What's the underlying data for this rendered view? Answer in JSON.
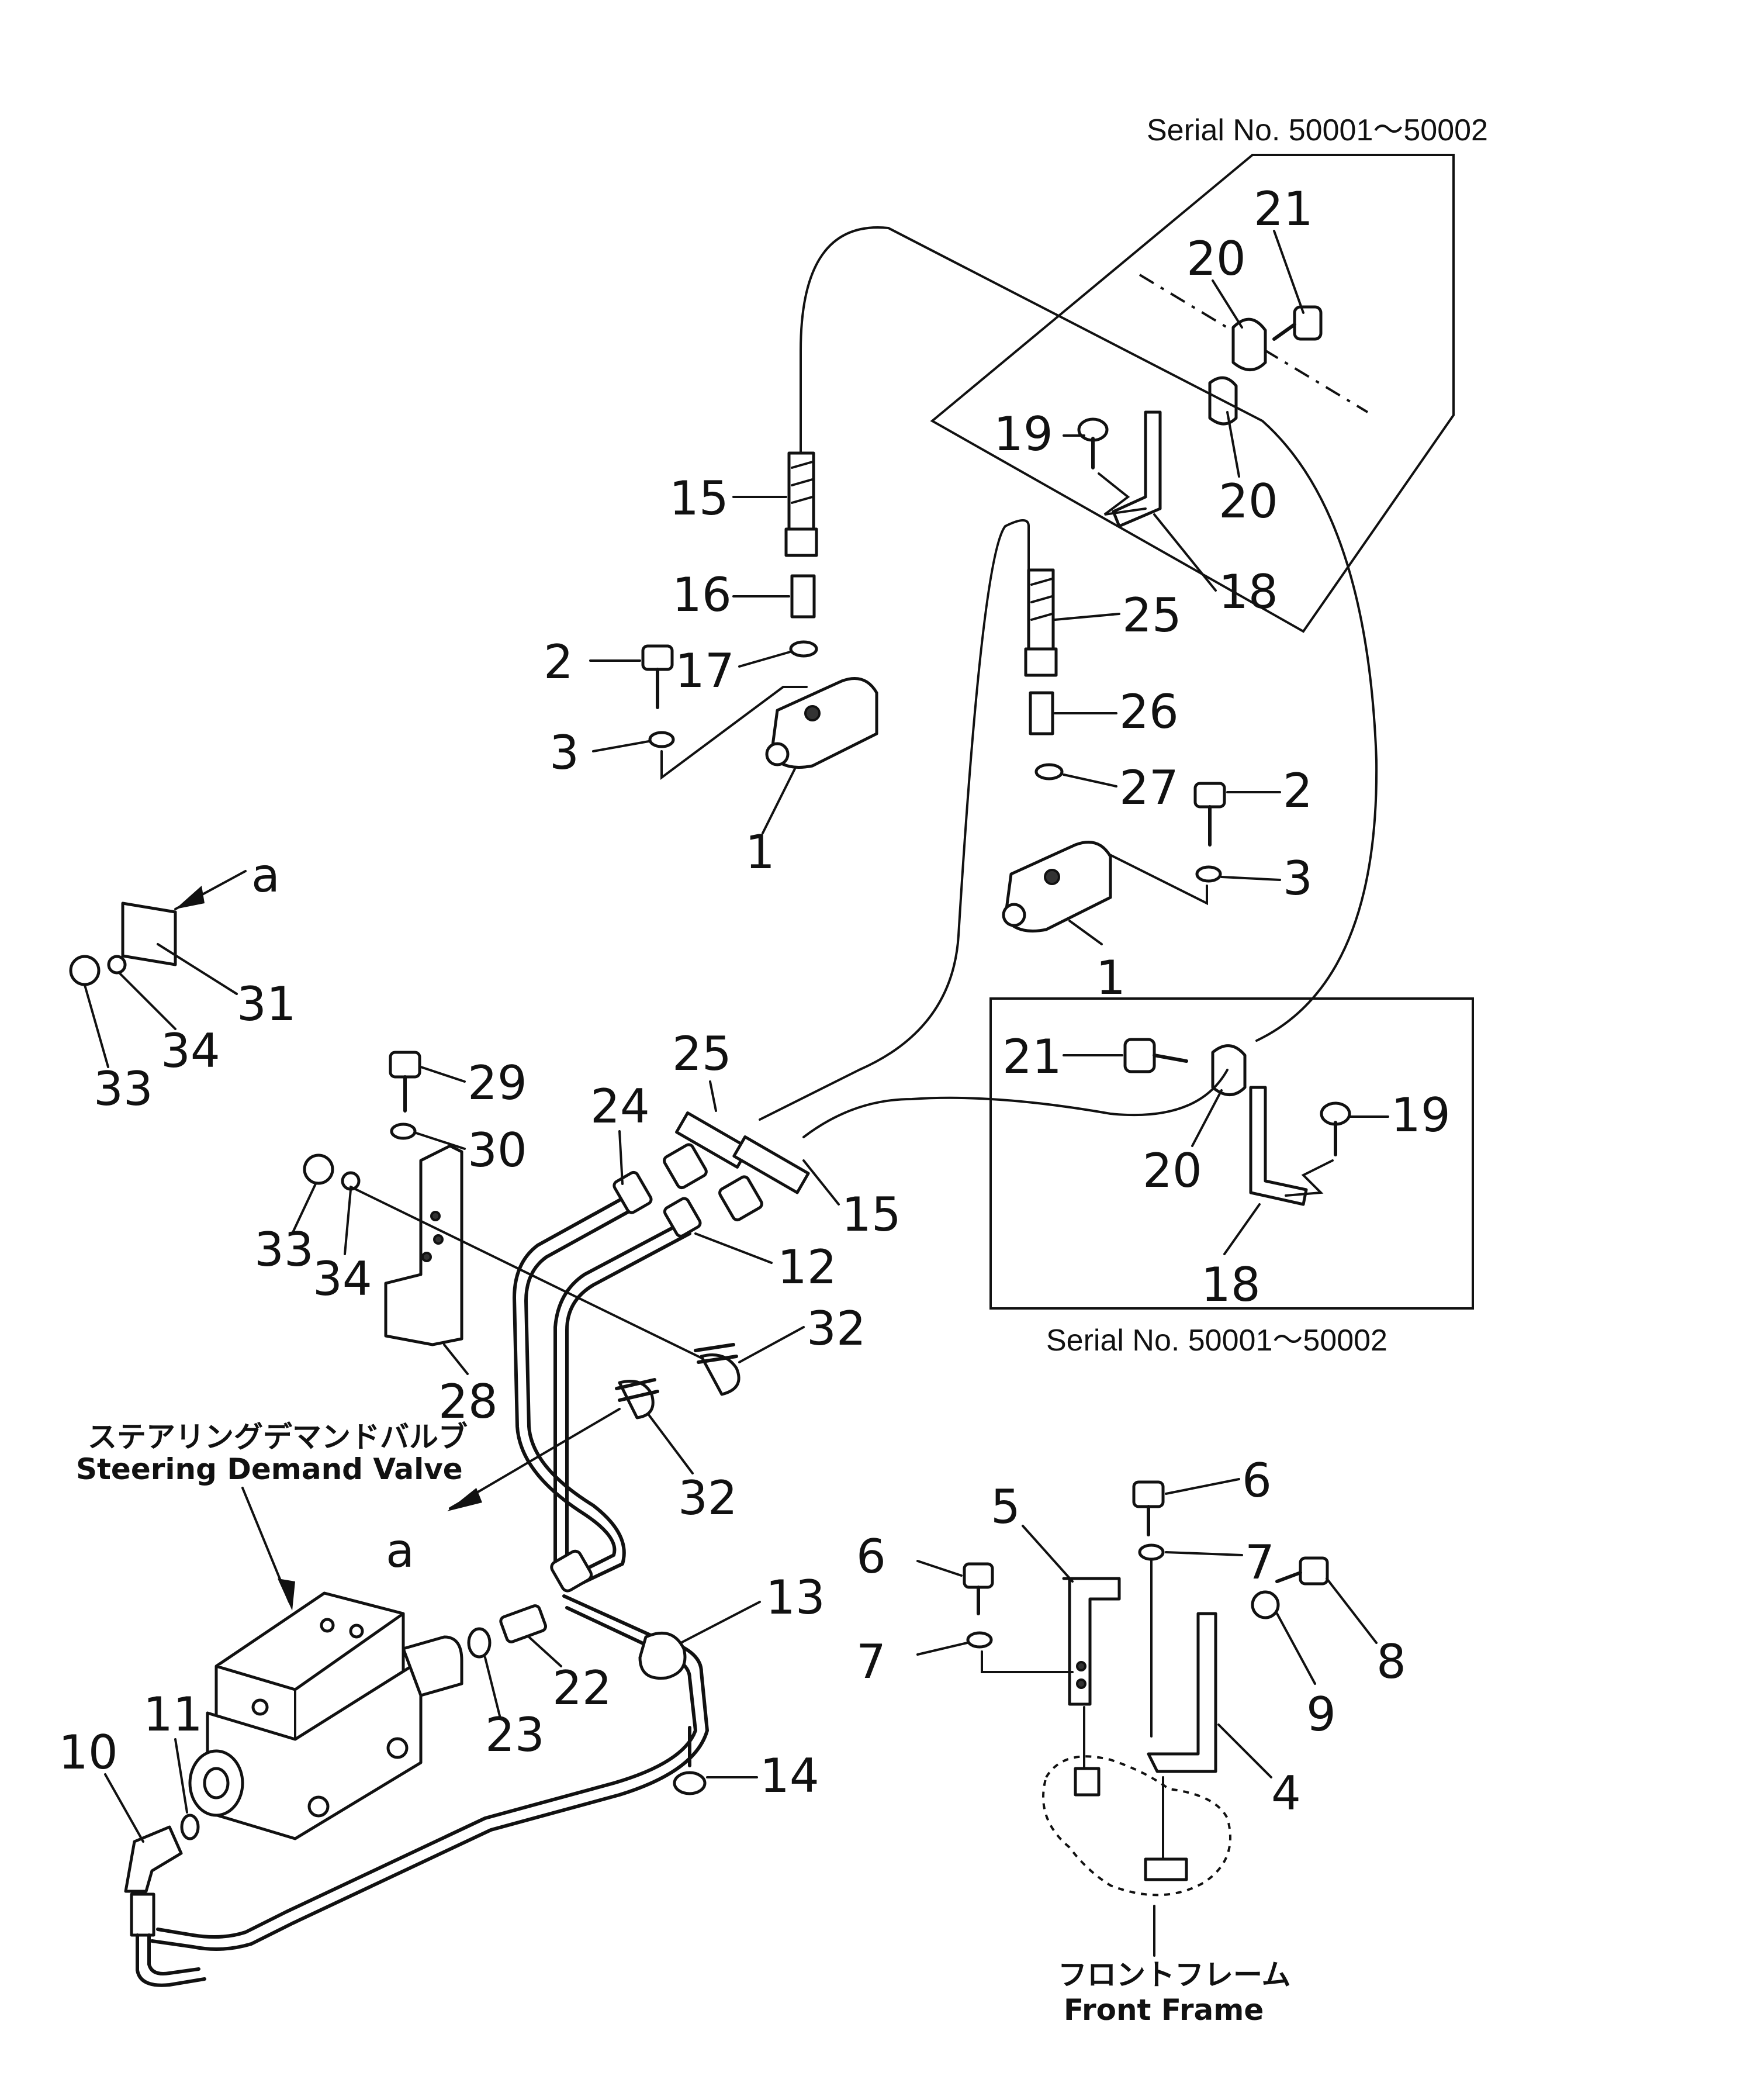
{
  "serial_top": "Serial No. 50001～50002",
  "serial_bottom": "Serial No. 50001～50002",
  "steering_jp": "ステアリングデマンドバルブ",
  "steering_en": "Steering Demand Valve",
  "frame_jp": "フロントフレーム",
  "frame_en": "Front Frame",
  "view_a": "a",
  "callouts": {
    "c1a": "1",
    "c1b": "1",
    "c2a": "2",
    "c2b": "2",
    "c3a": "3",
    "c3b": "3",
    "c4": "4",
    "c5": "5",
    "c6a": "6",
    "c6b": "6",
    "c7a": "7",
    "c7b": "7",
    "c8": "8",
    "c9": "9",
    "c10": "10",
    "c11": "11",
    "c12": "12",
    "c13": "13",
    "c14": "14",
    "c15a": "15",
    "c15b": "15",
    "c16": "16",
    "c17": "17",
    "c18a": "18",
    "c18b": "18",
    "c19a": "19",
    "c19b": "19",
    "c20a": "20",
    "c20b": "20",
    "c20c": "20",
    "c21a": "21",
    "c21b": "21",
    "c22": "22",
    "c23": "23",
    "c24": "24",
    "c25a": "25",
    "c25b": "25",
    "c26": "26",
    "c27": "27",
    "c28": "28",
    "c29": "29",
    "c30": "30",
    "c31": "31",
    "c32a": "32",
    "c32b": "32",
    "c33a": "33",
    "c33b": "33",
    "c34a": "34",
    "c34b": "34"
  }
}
